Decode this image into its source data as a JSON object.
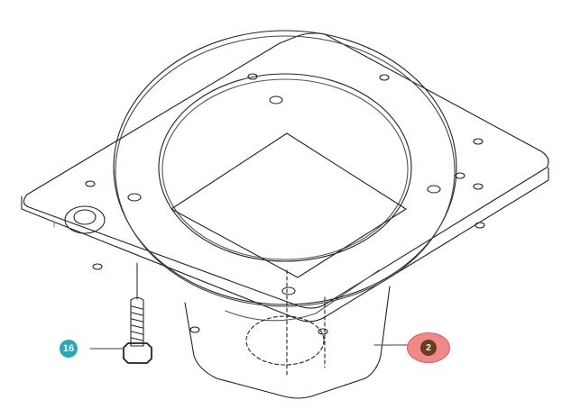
{
  "diagram": {
    "type": "exploded-parts-drawing",
    "subject": "square mounting plate with round flange and lower housing",
    "parts": [
      {
        "id": "16",
        "label": "16",
        "description": "hex bolt / screw",
        "color": "#2aa6b8"
      },
      {
        "id": "2",
        "label": "2",
        "description": "housing / base plate assembly",
        "color": "#f08a8a",
        "inner_color": "#6b3d1c",
        "highlighted": true
      }
    ]
  }
}
